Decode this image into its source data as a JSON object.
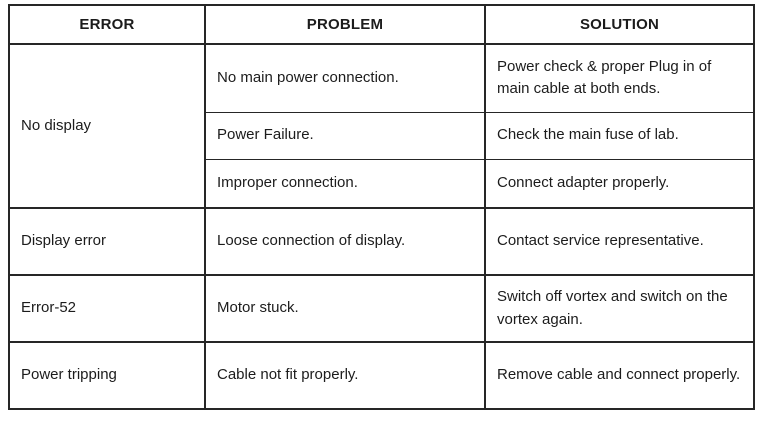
{
  "table": {
    "headers": [
      "ERROR",
      "PROBLEM",
      "SOLUTION"
    ],
    "groups": [
      {
        "error": "No display",
        "items": [
          {
            "problem": "No main power connection.",
            "solution": "Power check & proper Plug in of main cable at both ends."
          },
          {
            "problem": "Power Failure.",
            "solution": "Check the main fuse of lab."
          },
          {
            "problem": "Improper connection.",
            "solution": "Connect adapter properly."
          }
        ]
      },
      {
        "error": "Display error",
        "items": [
          {
            "problem": "Loose connection of display.",
            "solution": "Contact service representative."
          }
        ]
      },
      {
        "error": "Error-52",
        "items": [
          {
            "problem": "Motor stuck.",
            "solution": "Switch off vortex and switch on the vortex again."
          }
        ]
      },
      {
        "error": "Power tripping",
        "items": [
          {
            "problem": "Cable not fit properly.",
            "solution": "Remove cable and connect properly."
          }
        ]
      }
    ]
  }
}
